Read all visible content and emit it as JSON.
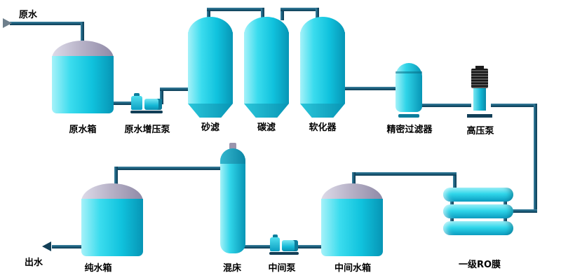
{
  "colors": {
    "pipe": "#1d5f7d",
    "vessel_cyan": "#1fccE4",
    "tank_lid_gray": "#b2adc4",
    "background": "#ffffff"
  },
  "labels": {
    "inlet": "原水",
    "raw_tank": "原水箱",
    "booster_pump": "原水增压泵",
    "sand_filter": "砂滤",
    "carbon_filter": "碳滤",
    "softener": "软化器",
    "precision_filter": "精密过滤器",
    "hp_pump": "高压泵",
    "ro_membrane": "一级RO膜",
    "mid_tank": "中间水箱",
    "mid_pump": "中间泵",
    "mixed_bed": "混床",
    "pure_tank": "纯水箱",
    "outlet": "出水"
  },
  "flow_order": [
    "原水",
    "原水箱",
    "原水增压泵",
    "砂滤",
    "碳滤",
    "软化器",
    "精密过滤器",
    "高压泵",
    "一级RO膜",
    "中间水箱",
    "中间泵",
    "混床",
    "纯水箱",
    "出水"
  ]
}
